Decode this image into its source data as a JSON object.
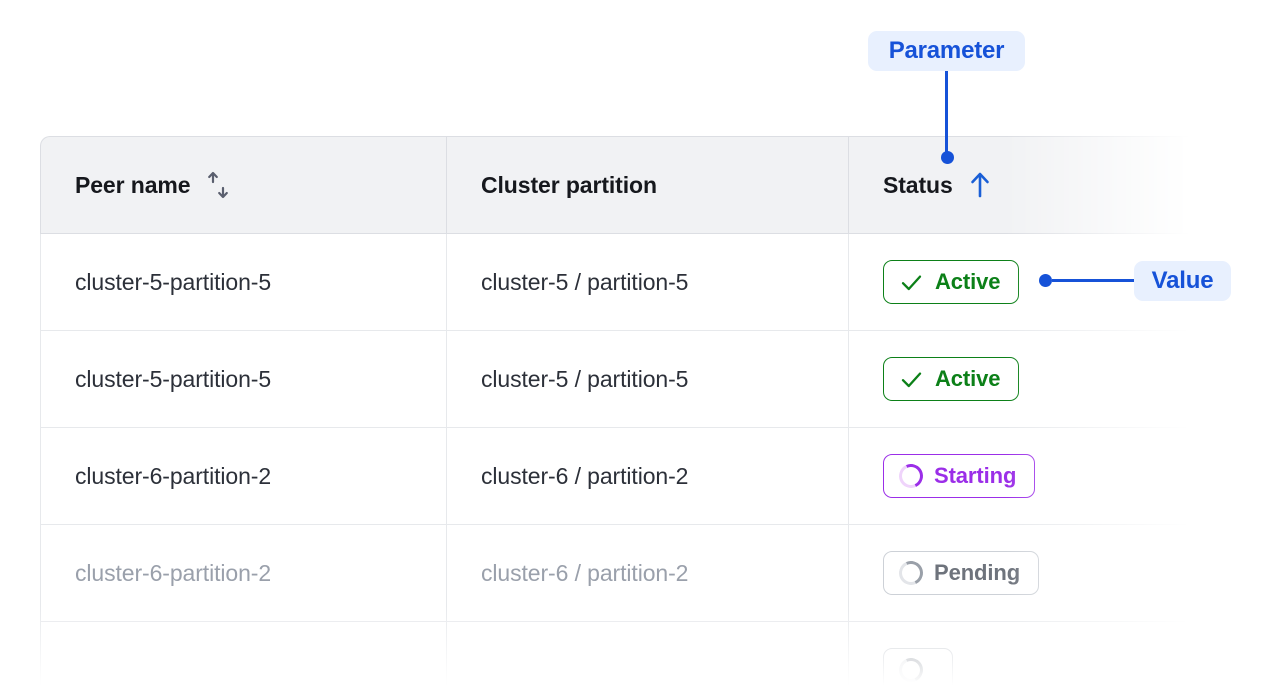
{
  "table": {
    "columns": [
      {
        "key": "peer_name",
        "label": "Peer name",
        "sort_icon": "sort-both-icon",
        "sorted": false
      },
      {
        "key": "cluster_partition",
        "label": "Cluster partition",
        "sort_icon": null,
        "sorted": false
      },
      {
        "key": "status",
        "label": "Status",
        "sort_icon": "sort-ascending-icon",
        "sorted": true
      }
    ],
    "rows": [
      {
        "peer_name": "cluster-5-partition-5",
        "cluster_partition": "cluster-5 / partition-5",
        "status": "Active",
        "status_kind": "active",
        "muted": false
      },
      {
        "peer_name": "cluster-5-partition-5",
        "cluster_partition": "cluster-5 / partition-5",
        "status": "Active",
        "status_kind": "active",
        "muted": false
      },
      {
        "peer_name": "cluster-6-partition-2",
        "cluster_partition": "cluster-6 / partition-2",
        "status": "Starting",
        "status_kind": "starting",
        "muted": false
      },
      {
        "peer_name": "cluster-6-partition-2",
        "cluster_partition": "cluster-6 / partition-2",
        "status": "Pending",
        "status_kind": "pending",
        "muted": true
      },
      {
        "peer_name": "",
        "cluster_partition": "",
        "status": "",
        "status_kind": "faded",
        "muted": true
      }
    ]
  },
  "annotations": {
    "parameter": {
      "label": "Parameter",
      "points_to": "status-column-header"
    },
    "value": {
      "label": "Value",
      "points_to": "status-cell-row-1"
    }
  },
  "colors": {
    "annotation_blue": "#1652d8",
    "annotation_badge_bg": "#e8f0fe",
    "status_active": "#0c8018",
    "status_starting": "#9b2ee8",
    "status_pending": "#6e737c",
    "header_bg": "#f1f2f4",
    "border": "#dcdee3",
    "row_border": "#e7e9ec",
    "text_primary": "#2c3039",
    "text_muted": "#9aa0ab",
    "sort_icon_idle": "#5a5f6e"
  }
}
